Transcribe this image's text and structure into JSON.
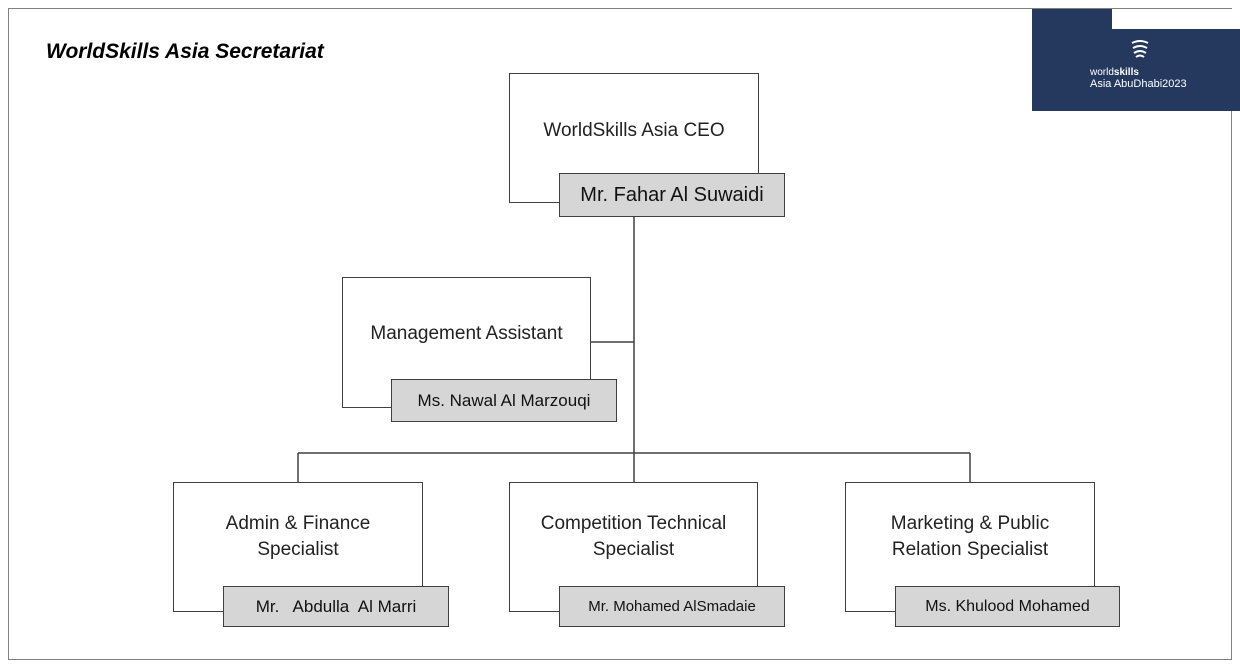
{
  "title": "WorldSkills Asia Secretariat",
  "logo": {
    "prefix": "world",
    "bold": "skills",
    "subtitle": "Asia AbuDhabi2023",
    "background": "#25395f"
  },
  "colors": {
    "name_fill": "#d6d6d6",
    "border": "#404040"
  },
  "nodes": {
    "ceo": {
      "role": "WorldSkills Asia CEO",
      "name": "Mr. Fahar Al Suwaidi"
    },
    "assistant": {
      "role": "Management Assistant",
      "name": "Ms. Nawal Al Marzouqi"
    },
    "finance": {
      "role_line1": "Admin & Finance",
      "role_line2": "Specialist",
      "name": "Mr.   Abdulla  Al Marri"
    },
    "technical": {
      "role_line1": "Competition Technical",
      "role_line2": "Specialist",
      "name": "Mr. Mohamed AlSmadaie"
    },
    "marketing": {
      "role_line1": "Marketing & Public",
      "role_line2": "Relation Specialist",
      "name": "Ms. Khulood Mohamed"
    }
  }
}
